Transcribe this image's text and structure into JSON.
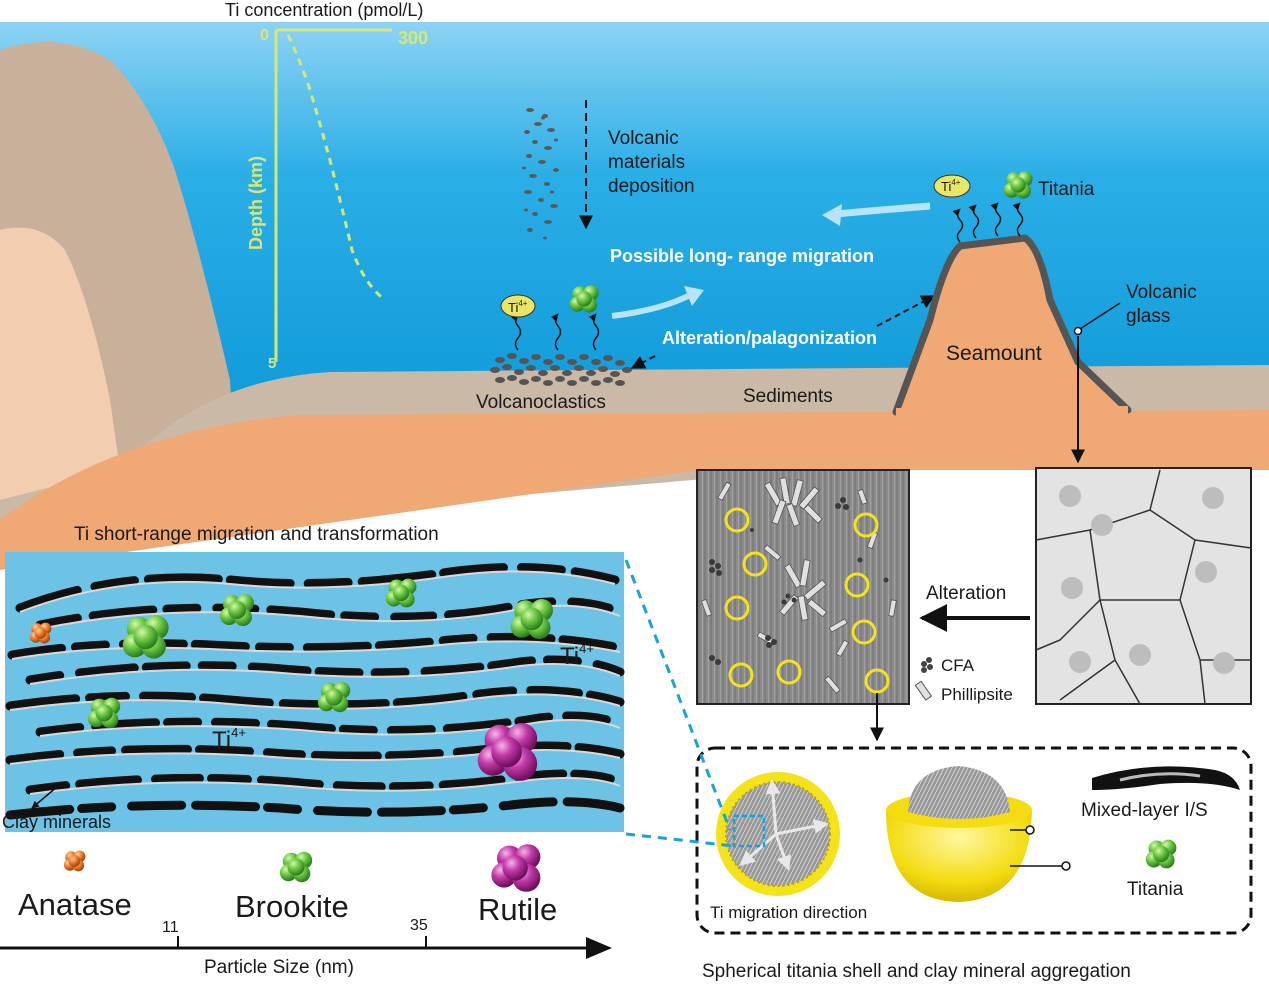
{
  "ocean_panel": {
    "ti_profile": {
      "title": "Ti concentration (pmol/L)",
      "x_min_label": "0",
      "x_max_label": "300",
      "y_axis_label": "Depth (km)",
      "y_max_label": "5"
    },
    "labels": {
      "volcanic_deposition": [
        "Volcanic",
        "materials",
        "deposition"
      ],
      "long_range": "Possible long- range migration",
      "alteration_palagonization": "Alteration/palagonization",
      "volcanoclastics": "Volcanoclastics",
      "sediments": "Sediments",
      "seamount": "Seamount",
      "volcanic_glass": [
        "Volcanic",
        "glass"
      ],
      "ti4": "Ti",
      "ti4_sup": "4+",
      "titania": "Titania"
    }
  },
  "short_range_panel": {
    "title": "Ti short-range migration and transformation",
    "ti4_label": "Ti",
    "ti4_sup": "4+",
    "clay_label": "Clay minerals"
  },
  "alteration_panel": {
    "arrow_label": "Alteration",
    "legend": [
      "CFA",
      "Phillipsite"
    ]
  },
  "shell_panel": {
    "caption": "Spherical titania shell and clay mineral aggregation",
    "migration_label": "Ti migration direction",
    "legend": [
      "Mixed-layer I/S",
      "Titania"
    ]
  },
  "particle_axis": {
    "phases": [
      "Anatase",
      "Brookite",
      "Rutile"
    ],
    "ticks": [
      "11",
      "35"
    ],
    "axis_label": "Particle Size (nm)"
  },
  "colors": {
    "ocean_top": "#8dd3f4",
    "ocean_bottom": "#0a96d6",
    "sediment": "#c8b5a0",
    "crust": "#f0a874",
    "clay_bg": "#6cc3e6",
    "titania_green": "#55b83a",
    "rutile_purple": "#b22a9a",
    "anatase_orange": "#e8772d",
    "shell_yellow": "#f4e21a",
    "profile_yellow": "#d4e87a"
  }
}
